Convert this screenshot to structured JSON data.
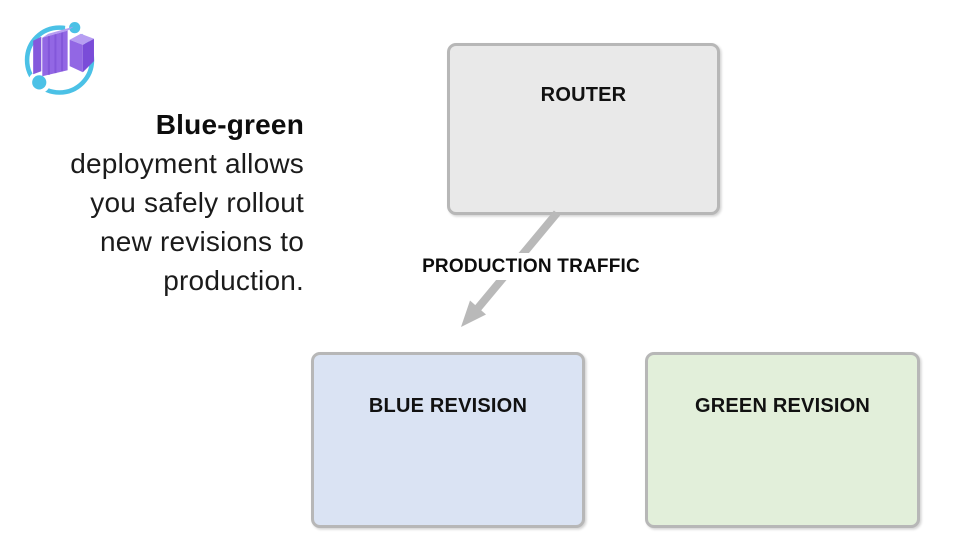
{
  "logo": {
    "name": "azure-container-apps-logo",
    "colors": {
      "purple_main": "#9267e4",
      "purple_dark": "#7a4cd8",
      "purple_light": "#b79ef2",
      "blue_ring": "#4bc1e6"
    }
  },
  "intro": {
    "title": "Blue-green",
    "lines": [
      "deployment allows",
      "you safely rollout",
      "new revisions to",
      "production."
    ]
  },
  "diagram": {
    "nodes": [
      {
        "id": "router",
        "label": "ROUTER",
        "fill": "#e9e9e9",
        "border": "#b7b7b7"
      },
      {
        "id": "blue-revision",
        "label": "BLUE REVISION",
        "fill": "#dae3f3",
        "border": "#b7b7b7"
      },
      {
        "id": "green-revision",
        "label": "GREEN REVISION",
        "fill": "#e2efda",
        "border": "#b7b7b7"
      }
    ],
    "edge": {
      "from": "router",
      "to": "blue-revision",
      "label": "PRODUCTION TRAFFIC",
      "color": "#b9b9b9"
    }
  }
}
